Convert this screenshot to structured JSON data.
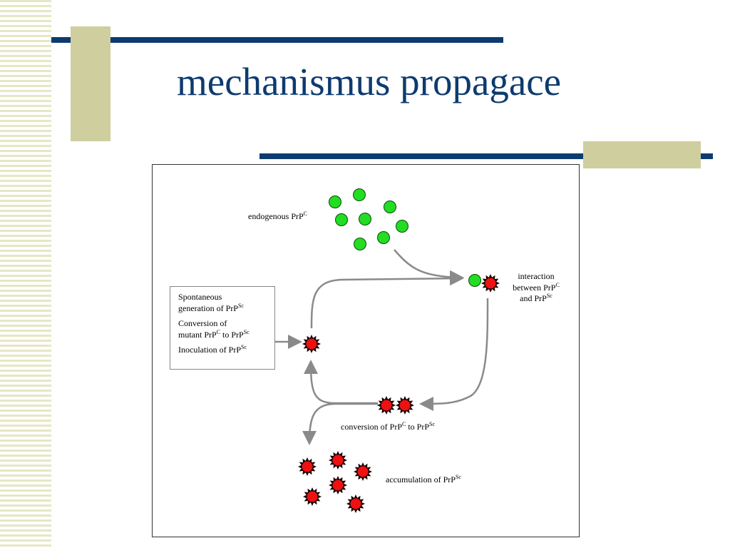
{
  "slide": {
    "title": "mechanismus propagace"
  },
  "diagram": {
    "endogenous_label": "endogenous PrP",
    "endogenous_sup": "C",
    "interaction_line1": "interaction",
    "interaction_line2": "between PrP",
    "interaction_line2_sup": "C",
    "interaction_line3": "and PrP",
    "interaction_line3_sup": "Sc",
    "sources": {
      "spont_line1": "Spontaneous",
      "spont_line2": "generation of PrP",
      "spont_sup": "Sc",
      "conv_line1": "Conversion of",
      "conv_line2_a": "mutant PrP",
      "conv_line2_sup_a": "C",
      "conv_line2_b": " to PrP",
      "conv_line2_sup_b": "Sc",
      "inoc_line": "Inoculation of PrP",
      "inoc_sup": "Sc"
    },
    "conversion_a": "conversion of PrP",
    "conversion_sup_a": "C",
    "conversion_b": " to PrP",
    "conversion_sup_b": "Sc",
    "accumulation": "accumulation of PrP",
    "accumulation_sup": "Sc",
    "colors": {
      "prpc": "#22dd22",
      "prpsc": "#ee1111",
      "arrow": "#8a8a8a",
      "title": "#0d3b70"
    }
  }
}
